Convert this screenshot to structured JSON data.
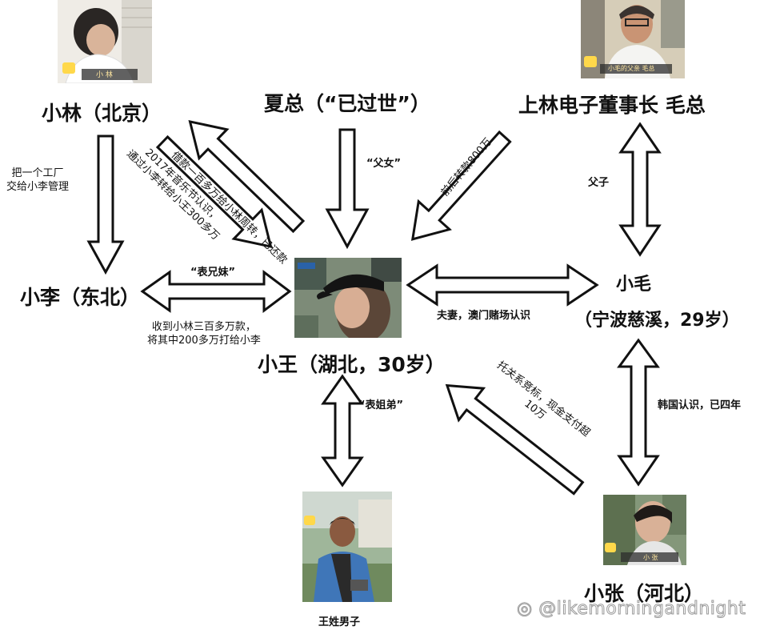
{
  "nodes": {
    "xiaolin": "小林（北京）",
    "xiazong": "夏总（“已过世”）",
    "maozong": "上林电子董事长 毛总",
    "xiaoli": "小李（东北）",
    "xiaomao": "小毛",
    "xiaomao_sub": "（宁波慈溪，29岁）",
    "xiaowang": "小王（湖北，30岁）",
    "wang_man": "王姓男子",
    "xiaozhang": "小张（河北）"
  },
  "edges": {
    "lin_to_li": [
      "把一个工厂",
      "交给小李管理"
    ],
    "loan": "借款一百多万给小林周转，已还款",
    "festival": [
      "2017年音乐节认识，",
      "通过小李转给小王300多万"
    ],
    "xia_fathers": "“父女”",
    "mao_transfer": "前后转款800万",
    "mao_father_son": "父子",
    "cousins": "“表兄妹”",
    "xiaoli_money": [
      "收到小林三百多万款，",
      "将其中200多万打给小李"
    ],
    "couple": "夫妻，澳门赌场认识",
    "korea": "韩国认识，已四年",
    "cousin_siblings": "“表姐弟”",
    "zhang_money": [
      "托关系竞标，现金支付超",
      "10万"
    ]
  },
  "photos": {
    "xiaolin_caption": "小 林",
    "maozong_caption": "小毛的父亲 毛总",
    "xiaozhang_caption": "小 张"
  },
  "watermark": "@likemorningandnight"
}
